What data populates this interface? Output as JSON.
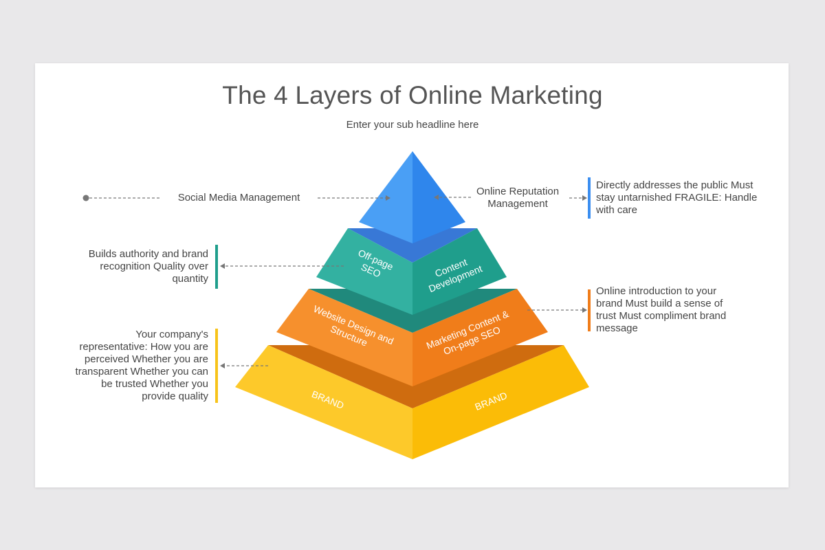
{
  "title": "The 4 Layers of Online Marketing",
  "subtitle": "Enter your sub headline here",
  "pyramid": {
    "top": {
      "left_label": "Social Media Management",
      "right_label": "Online Reputation Management",
      "color": "#3b8ef0"
    },
    "second": {
      "left_label": "Off-page SEO",
      "right_label": "Content Development",
      "color": "#2aa596"
    },
    "third": {
      "left_label": "Website Design and Structure",
      "right_label": "Marketing Content & On-page SEO",
      "color": "#f38a21"
    },
    "base": {
      "left_label": "BRAND",
      "right_label": "BRAND",
      "color": "#fbbf16"
    }
  },
  "notes": {
    "top_right": {
      "text": "Directly addresses the public Must stay untarnished FRAGILE: Handle with care",
      "color": "#3b8ef0"
    },
    "second_left": {
      "text": "Builds authority and brand recognition Quality over quantity",
      "color": "#1f9e8c"
    },
    "third_right": {
      "text": "Online introduction to your brand Must build a sense of trust Must compliment brand message",
      "color": "#f07d1a"
    },
    "base_left": {
      "text": "Your company's representative: How you are perceived Whether you are transparent Whether you can be trusted Whether you provide quality",
      "color": "#f7c31a"
    }
  }
}
